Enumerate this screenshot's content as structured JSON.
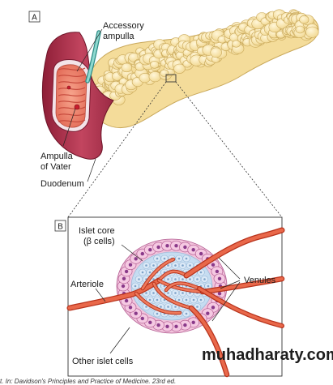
{
  "panel_a": {
    "tag": "A",
    "labels": {
      "accessory_ampulla_line1": "Accessory",
      "accessory_ampulla_line2": "ampulla",
      "ampulla_vater_line1": "Ampulla",
      "ampulla_vater_line2": "of Vater",
      "duodenum": "Duodenum"
    }
  },
  "panel_b": {
    "tag": "B",
    "labels": {
      "islet_core_line1": "Islet core",
      "islet_core_line2": "(β cells)",
      "arteriole": "Arteriole",
      "venules": "Venules",
      "other_islet_cells": "Other islet cells"
    }
  },
  "watermark": "muhadharaty.com",
  "citation": "t. In: Davidson's Principles and Practice of Medicine. 23rd ed."
}
